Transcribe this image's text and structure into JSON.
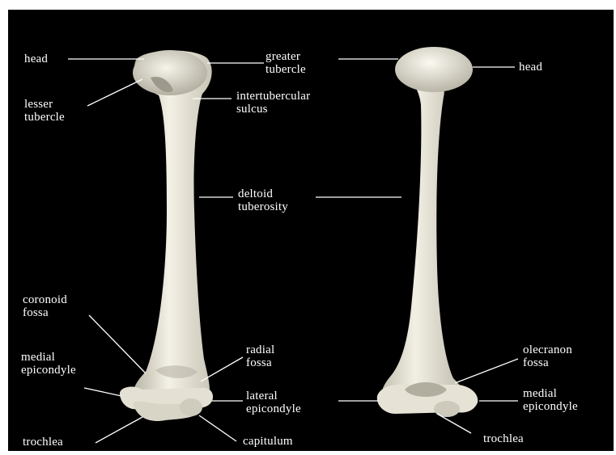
{
  "diagram": {
    "colors": {
      "background": "#000000",
      "bone": "#ece9dc",
      "bone_shadow": "#a8a496",
      "label": "#ffffff",
      "leader": "#ffffff",
      "frame": "#ffffff"
    },
    "views": [
      {
        "name": "anterior",
        "labels": [
          {
            "key": "head",
            "text": "head"
          },
          {
            "key": "lesser-tubercle",
            "text": "lesser\ntubercle"
          },
          {
            "key": "greater-tubercle",
            "text": "greater\ntubercle"
          },
          {
            "key": "intertubercular-sulcus",
            "text": "intertubercular\nsulcus"
          },
          {
            "key": "deltoid-tuberosity",
            "text": "deltoid\ntuberosity"
          },
          {
            "key": "coronoid-fossa",
            "text": "coronoid\nfossa"
          },
          {
            "key": "medial-epicondyle",
            "text": "medial\nepicondyle"
          },
          {
            "key": "radial-fossa",
            "text": "radial\nfossa"
          },
          {
            "key": "lateral-epicondyle",
            "text": "lateral\nepicondyle"
          },
          {
            "key": "trochlea",
            "text": "trochlea"
          },
          {
            "key": "capitulum",
            "text": "capitulum"
          }
        ]
      },
      {
        "name": "posterior",
        "labels": [
          {
            "key": "head",
            "text": "head"
          },
          {
            "key": "olecranon-fossa",
            "text": "olecranon\nfossa"
          },
          {
            "key": "medial-epicondyle",
            "text": "medial\nepicondyle"
          },
          {
            "key": "trochlea",
            "text": "trochlea"
          }
        ]
      }
    ]
  }
}
